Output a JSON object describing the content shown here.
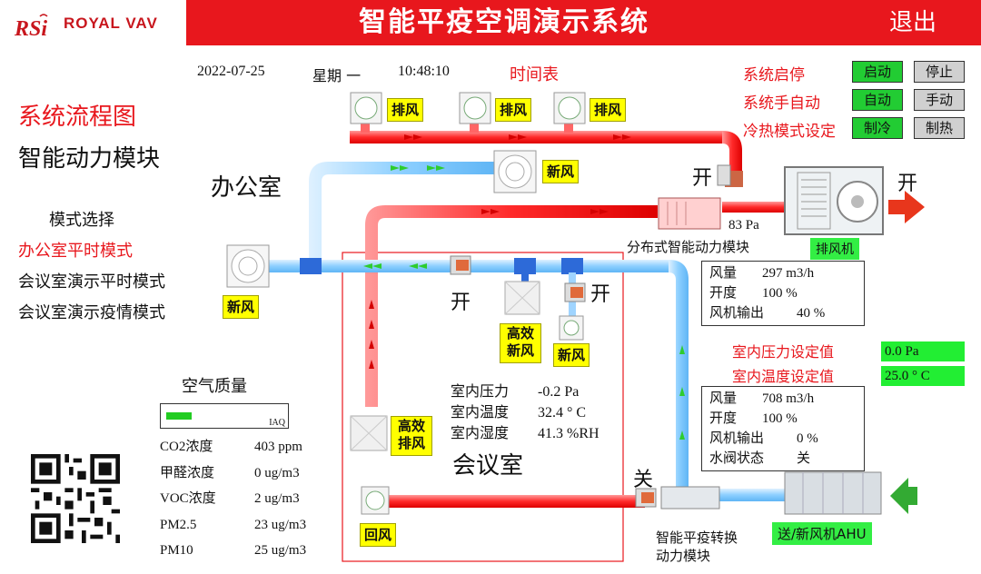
{
  "brand": {
    "name": "ROYAL VAV"
  },
  "header": {
    "title": "智能平疫空调演示系统",
    "exit_label": "退出"
  },
  "datetime": {
    "date": "2022-07-25",
    "weekday": "星期 一",
    "time": "10:48:10",
    "schedule_label": "时间表"
  },
  "controls": {
    "system_start_stop": {
      "label": "系统启停",
      "on": "启动",
      "off": "停止"
    },
    "manual_auto": {
      "label": "系统手自动",
      "on": "自动",
      "off": "手动"
    },
    "cool_heat": {
      "label": "冷热模式设定",
      "on": "制冷",
      "off": "制热"
    }
  },
  "sidebar": {
    "flow_title": "系统流程图",
    "module_title": "智能动力模块",
    "mode_heading": "模式选择",
    "modes": [
      {
        "label": "办公室平时模式",
        "active": true
      },
      {
        "label": "会议室演示平时模式",
        "active": false
      },
      {
        "label": "会议室演示疫情模式",
        "active": false
      }
    ]
  },
  "rooms": {
    "office": "办公室",
    "meeting": "会议室"
  },
  "tags": {
    "exhaust": "排风",
    "fresh": "新风",
    "hepa_fresh": "高效新风",
    "hepa_exhaust": "高效排风",
    "return_air": "回风",
    "exhaust_fan": "排风机",
    "ahu": "送/新风机AHU"
  },
  "valves": {
    "open": "开",
    "closed": "关"
  },
  "distributed_module": {
    "label": "分布式智能动力模块",
    "pressure": "83 Pa"
  },
  "conversion_module": {
    "label_line1": "智能平疫转换",
    "label_line2": "动力模块"
  },
  "box1": {
    "rows": [
      {
        "k": "风量",
        "v": "297 m3/h"
      },
      {
        "k": "开度",
        "v": "100 %"
      },
      {
        "k": "风机输出",
        "v": "40 %"
      }
    ]
  },
  "box2": {
    "rows": [
      {
        "k": "风量",
        "v": "708 m3/h"
      },
      {
        "k": "开度",
        "v": "100 %"
      },
      {
        "k": "风机输出",
        "v": "0 %"
      },
      {
        "k": "水阀状态",
        "v": "关"
      }
    ]
  },
  "setpoints": {
    "pressure_label": "室内压力设定值",
    "pressure_value": "0.0 Pa",
    "temp_label": "室内温度设定值",
    "temp_value": "25.0 ° C"
  },
  "meeting_readings": [
    {
      "k": "室内压力",
      "v": "-0.2 Pa"
    },
    {
      "k": "室内温度",
      "v": "32.4 ° C"
    },
    {
      "k": "室内湿度",
      "v": "41.3 %RH"
    }
  ],
  "air_quality": {
    "title": "空气质量",
    "iaq_label": "IAQ",
    "iaq_level": 0.22,
    "items": [
      {
        "k": "CO2浓度",
        "v": "403 ppm"
      },
      {
        "k": "甲醛浓度",
        "v": "0 ug/m3"
      },
      {
        "k": "VOC浓度",
        "v": "2 ug/m3"
      },
      {
        "k": "PM2.5",
        "v": "23 ug/m3"
      },
      {
        "k": "PM10",
        "v": "25 ug/m3"
      }
    ]
  },
  "colors": {
    "accent_red": "#e8171d",
    "duct_red": "#ff3b3b",
    "duct_blue": "#9fd4ff",
    "status_green": "#22cc33"
  }
}
